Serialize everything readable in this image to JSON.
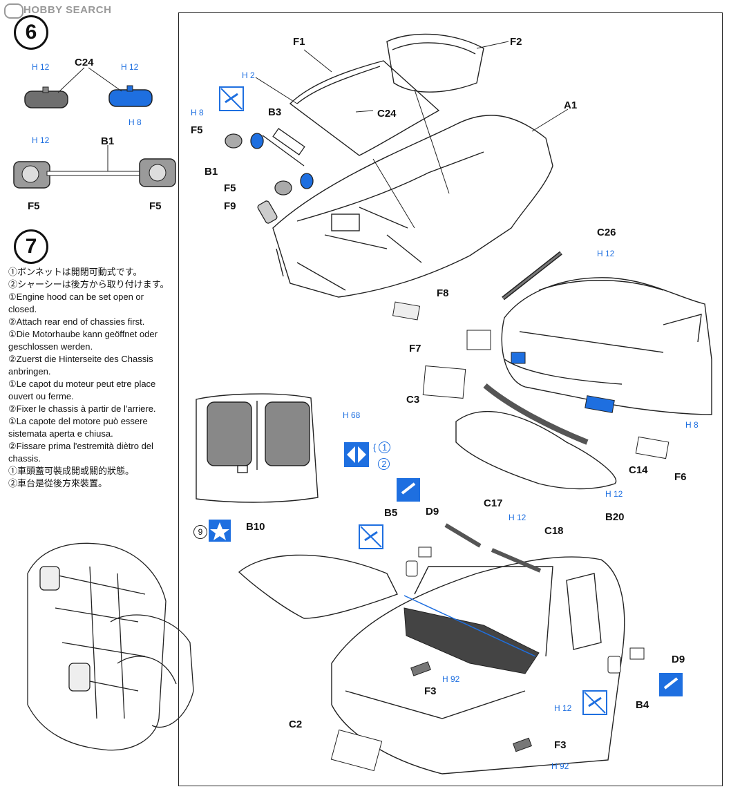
{
  "watermark": {
    "brand": "HOBBY SEARCH"
  },
  "step6": {
    "number": "6",
    "labels": {
      "c24": "C24",
      "b1": "B1",
      "f5_left": "F5",
      "f5_right": "F5"
    },
    "paint": {
      "h12_a": "H 12",
      "h12_b": "H 12",
      "h8": "H 8",
      "h12_c": "H 12"
    }
  },
  "step7": {
    "number": "7",
    "notes": [
      "①ボンネットは開閉可動式です。",
      "②シャーシーは後方から取り付けます。",
      "①Engine hood can be set open or closed.",
      "②Attach rear end of chassies first.",
      "①Die Motorhaube kann geöffnet oder geschlossen werden.",
      "②Zuerst die Hinterseite des Chassis anbringen.",
      "①Le capot du moteur peut etre place ouvert ou ferme.",
      "②Fixer le chassis à partir de l'arriere.",
      "①La capote del motore può essere sistemata aperta e chiusa.",
      "②Fissare prima l'estremità diètro del chassis.",
      "①車頭蓋可裝成開或關的狀態。",
      "②車台是從後方來裝置。"
    ]
  },
  "parts": {
    "F1": "F1",
    "F2": "F2",
    "C24": "C24",
    "A1": "A1",
    "B3": "B3",
    "F5a": "F5",
    "B1": "B1",
    "F5b": "F5",
    "F9": "F9",
    "C26": "C26",
    "F8": "F8",
    "F7": "F7",
    "C3": "C3",
    "C14": "C14",
    "F6": "F6",
    "B20": "B20",
    "B10": "B10",
    "B5": "B5",
    "D9a": "D9",
    "C17": "C17",
    "C18": "C18",
    "D9b": "D9",
    "B4": "B4",
    "F3a": "F3",
    "F3b": "F3",
    "C2": "C2"
  },
  "paint_refs": {
    "h2": "H 2",
    "h8_top": "H 8",
    "h12_c26": "H 12",
    "h8_right": "H 8",
    "h12_c14": "H 12",
    "h68": "H 68",
    "h12_c17": "H 12",
    "h92_a": "H 92",
    "h12_low": "H 12",
    "h92_b": "H 92"
  },
  "options": {
    "opt1": "1",
    "opt2": "2"
  },
  "markers": {
    "star_number": "9"
  },
  "colors": {
    "paint_blue": "#1e6fe0",
    "line": "#222222",
    "gray_part": "#6f6f6f"
  }
}
